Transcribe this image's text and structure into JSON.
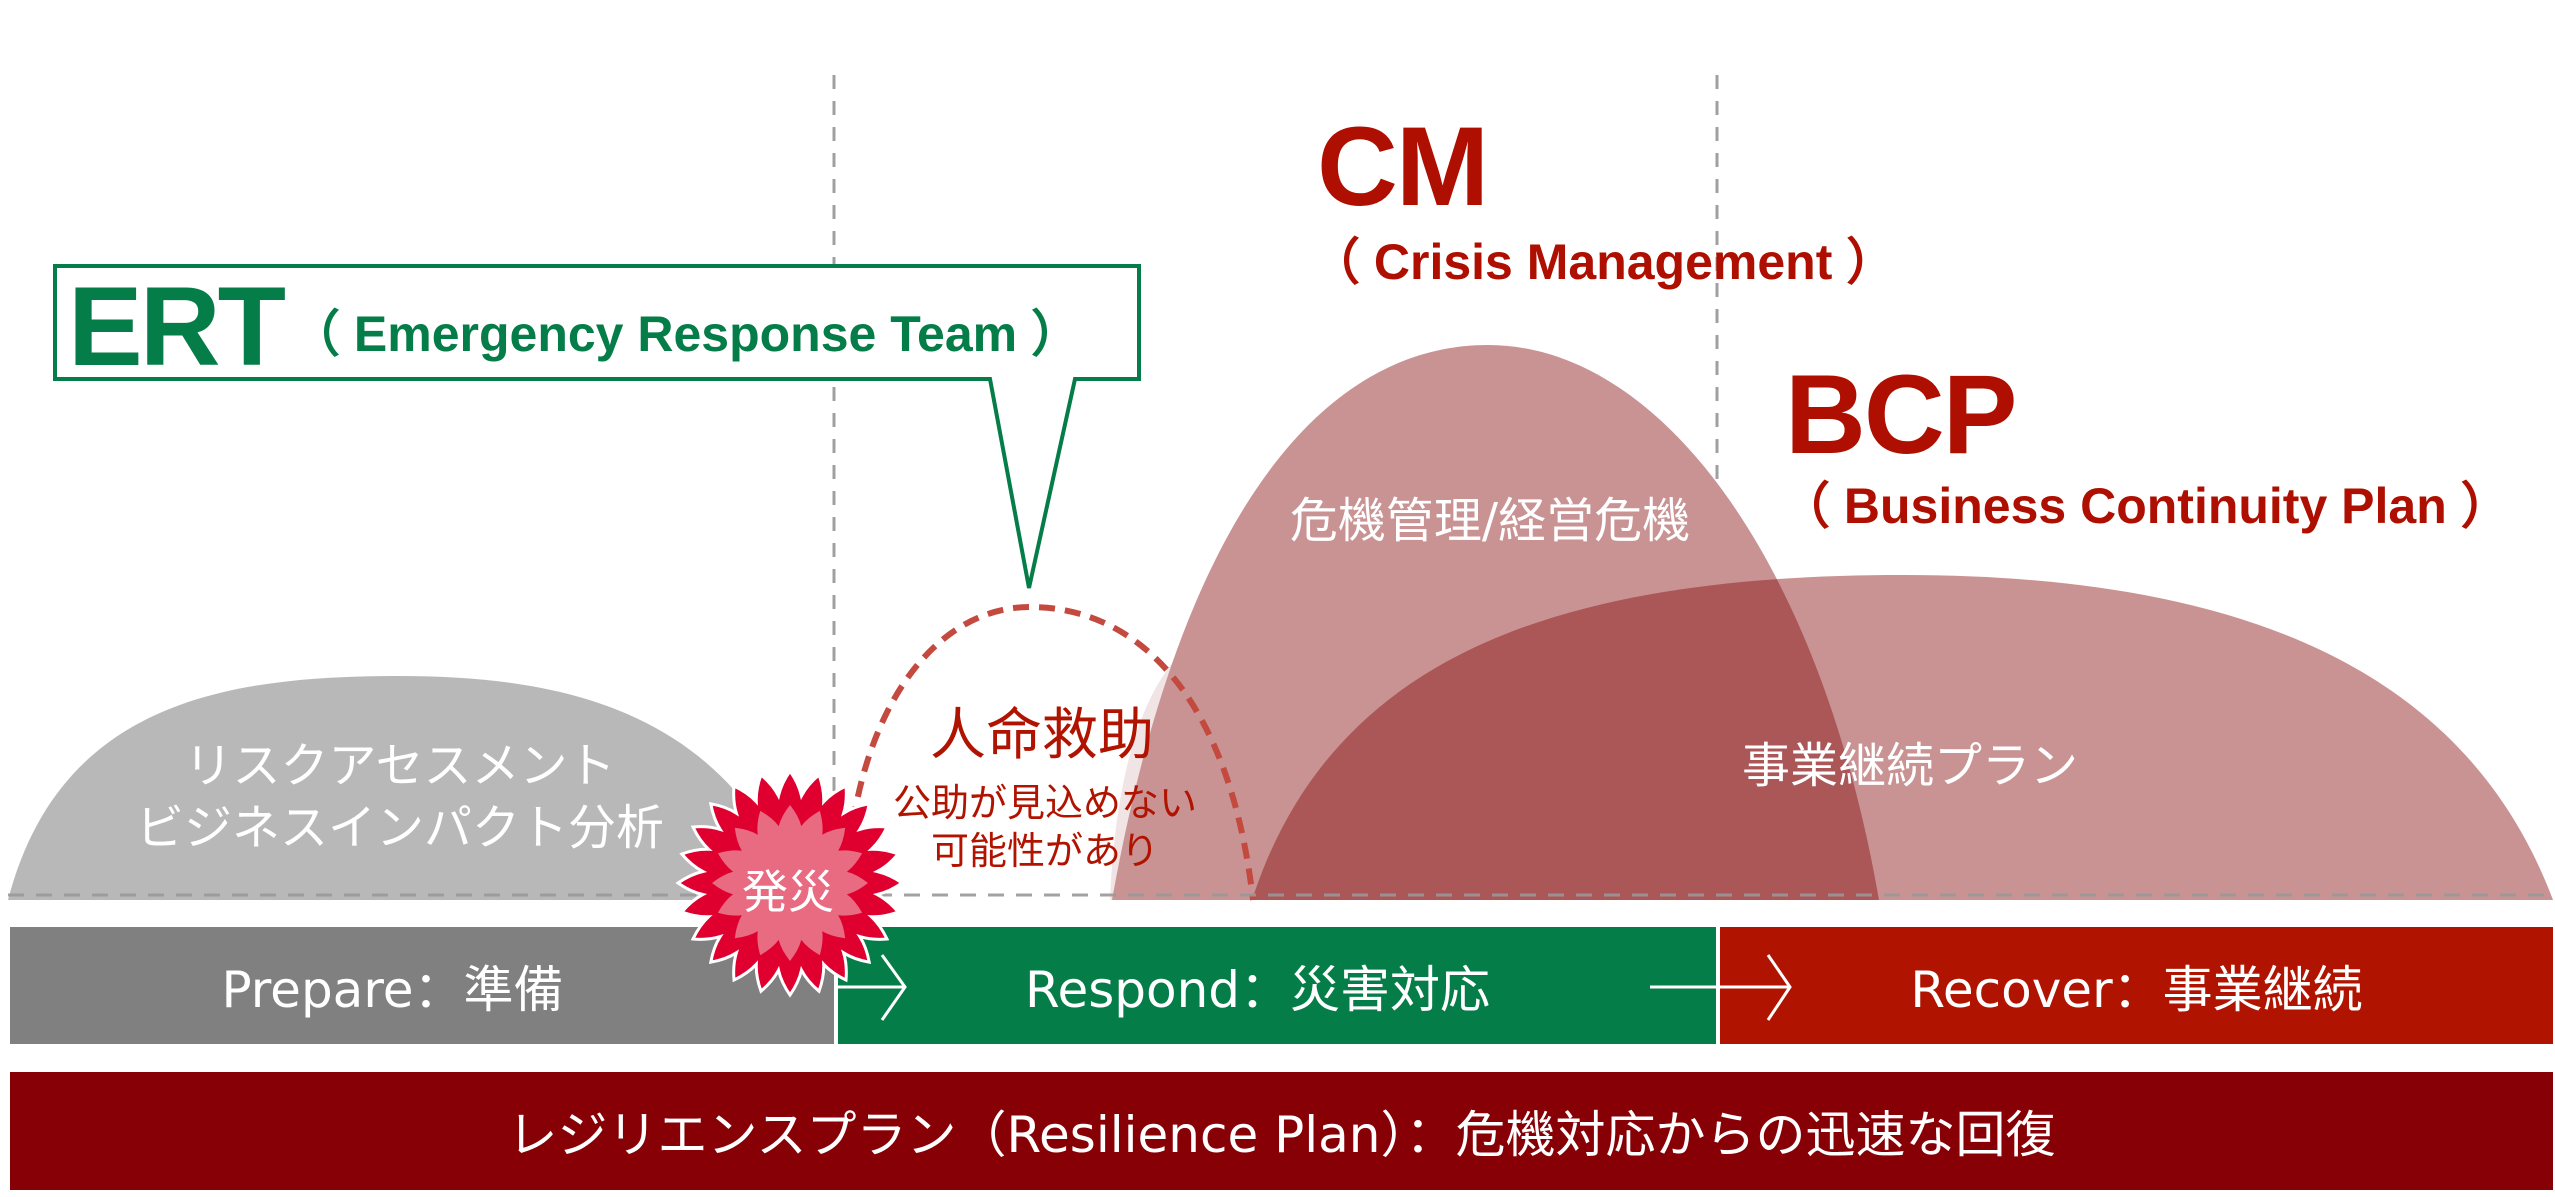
{
  "colors": {
    "ert_green": "#057d48",
    "crisis_red": "#ae0f00",
    "dome_gray": "#b8b8b8",
    "dome_rose": "#c99394",
    "dome_overlap": "#ab5758",
    "lifesaving_fill": "#f1e4e4",
    "lifesaving_dash": "#c4493f",
    "prepare_bar": "#808080",
    "respond_bar": "#057d48",
    "recover_bar": "#b01400",
    "resilience_bar": "#870005",
    "burst_outer": "#df0030",
    "burst_inner": "#e86b81",
    "guide_line": "#a0a0a0"
  },
  "ert": {
    "acronym": "ERT",
    "full_name": "（ Emergency Response Team ）"
  },
  "cm": {
    "acronym": "CM",
    "full_name": "（ Crisis Management ）",
    "dome_label": "危機管理/経営危機"
  },
  "bcp": {
    "acronym": "BCP",
    "full_name": "（ Business Continuity Plan ）",
    "dome_label": "事業継続プラン"
  },
  "prepare_dome": {
    "label_line1": "リスクアセスメント",
    "label_line2": "ビジネスインパクト分析"
  },
  "lifesaving": {
    "title": "人命救助",
    "note_line1": "公助が見込めない",
    "note_line2": "可能性があり"
  },
  "disaster_burst": {
    "label": "発災"
  },
  "phases": [
    {
      "label": "Prepare：準備"
    },
    {
      "label": "Respond：災害対応"
    },
    {
      "label": "Recover：事業継続"
    }
  ],
  "resilience": {
    "label": "レジリエンスプラン（Resilience Plan）：危機対応からの迅速な回復"
  }
}
